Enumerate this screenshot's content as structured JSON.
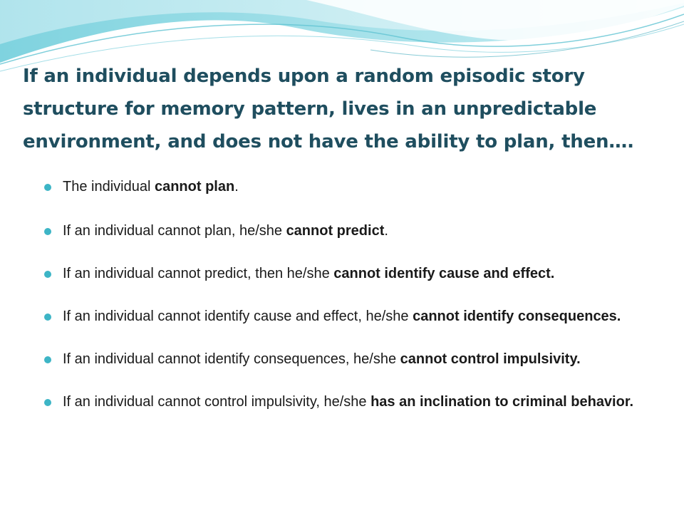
{
  "slide": {
    "title": "If an individual depends upon a random episodic story structure for memory pattern, lives in an unpredictable environment, and does not have the ability to plan, then….",
    "accent_color": "#3db5c6",
    "title_color": "#1f4e5f",
    "bullets": [
      {
        "pre": "The individual ",
        "bold": "cannot plan",
        "post": "."
      },
      {
        "pre": "If an individual cannot plan, he/she ",
        "bold": "cannot predict",
        "post": "."
      },
      {
        "pre": "If an individual cannot predict, then he/she ",
        "bold": "cannot identify cause and effect.",
        "post": ""
      },
      {
        "pre": "If an individual cannot identify cause and effect, he/she ",
        "bold": "cannot identify consequences.",
        "post": ""
      },
      {
        "pre": "If an individual cannot identify consequences, he/she ",
        "bold": "cannot control impulsivity.",
        "post": ""
      },
      {
        "pre": "If an individual cannot control impulsivity, he/she ",
        "bold": "has an inclination to criminal behavior.",
        "post": ""
      }
    ]
  }
}
